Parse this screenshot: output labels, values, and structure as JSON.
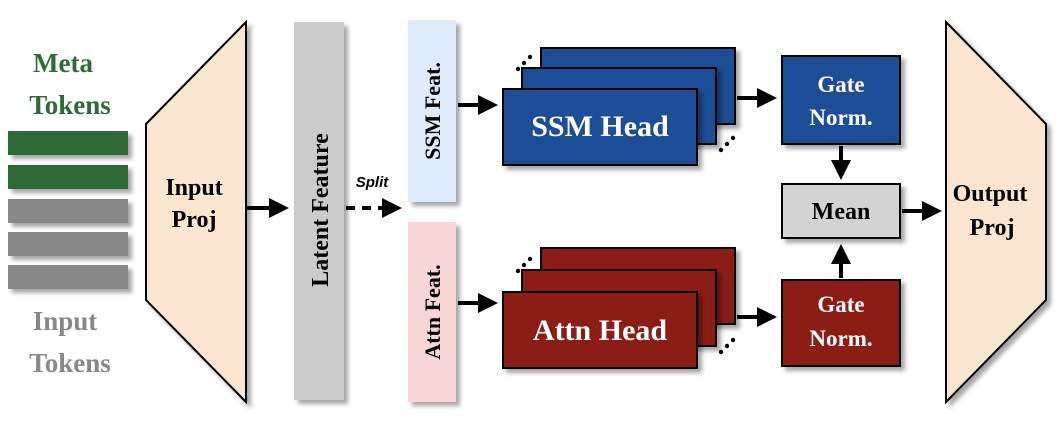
{
  "tokens": {
    "meta_line1": "Meta",
    "meta_line2": "Tokens",
    "input_line1": "Input",
    "input_line2": "Tokens"
  },
  "blocks": {
    "input_proj_line1": "Input",
    "input_proj_line2": "Proj",
    "latent_feature": "Latent Feature",
    "split_label": "Split",
    "ssm_feat": "SSM Feat.",
    "attn_feat": "Attn Feat.",
    "ssm_head": "SSM Head",
    "attn_head": "Attn Head",
    "gate_norm_top_line1": "Gate",
    "gate_norm_top_line2": "Norm.",
    "gate_norm_bottom_line1": "Gate",
    "gate_norm_bottom_line2": "Norm.",
    "mean": "Mean",
    "output_proj_line1": "Output",
    "output_proj_line2": "Proj"
  },
  "colors": {
    "meta_token": "#2e6b35",
    "input_token": "#888888",
    "proj_fill": "#fae5d0",
    "latent_fill": "#cbcbcb",
    "ssm_feat_fill": "#deebfa",
    "attn_feat_fill": "#f8d6d6",
    "ssm_blue": "#1f4e96",
    "attn_red": "#8b1a14",
    "mean_fill": "#d3d3d3"
  }
}
